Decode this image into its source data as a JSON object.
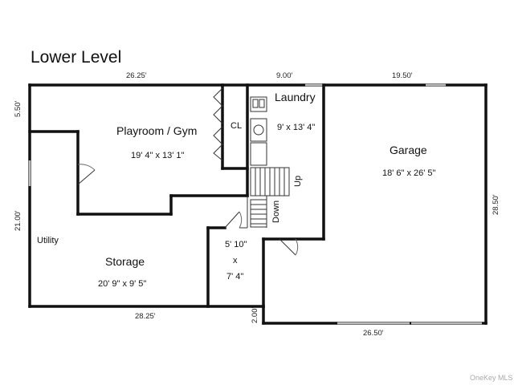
{
  "title": "Lower Level",
  "dimensions": {
    "top_left": "26.25'",
    "top_mid": "9.00'",
    "top_right": "19.50'",
    "left_upper": "5.50'",
    "left_lower": "21.00'",
    "right": "28.50'",
    "bottom_left": "28.25'",
    "bottom_step": "2.00'",
    "bottom_right": "26.50'"
  },
  "rooms": {
    "playroom": {
      "name": "Playroom / Gym",
      "size": "19' 4\" x 13' 1\""
    },
    "closet": {
      "name": "CL"
    },
    "laundry": {
      "name": "Laundry",
      "size": "9' x 13' 4\""
    },
    "garage": {
      "name": "Garage",
      "size": "18' 6\" x 26' 5\""
    },
    "utility": {
      "name": "Utility"
    },
    "storage": {
      "name": "Storage",
      "size": "20' 9\" x 9' 5\""
    },
    "small_room": {
      "line1": "5' 10\"",
      "line2": "x",
      "line3": "7' 4\""
    }
  },
  "stairs": {
    "up": "Up",
    "down": "Down"
  },
  "watermark": "OneKey MLS"
}
